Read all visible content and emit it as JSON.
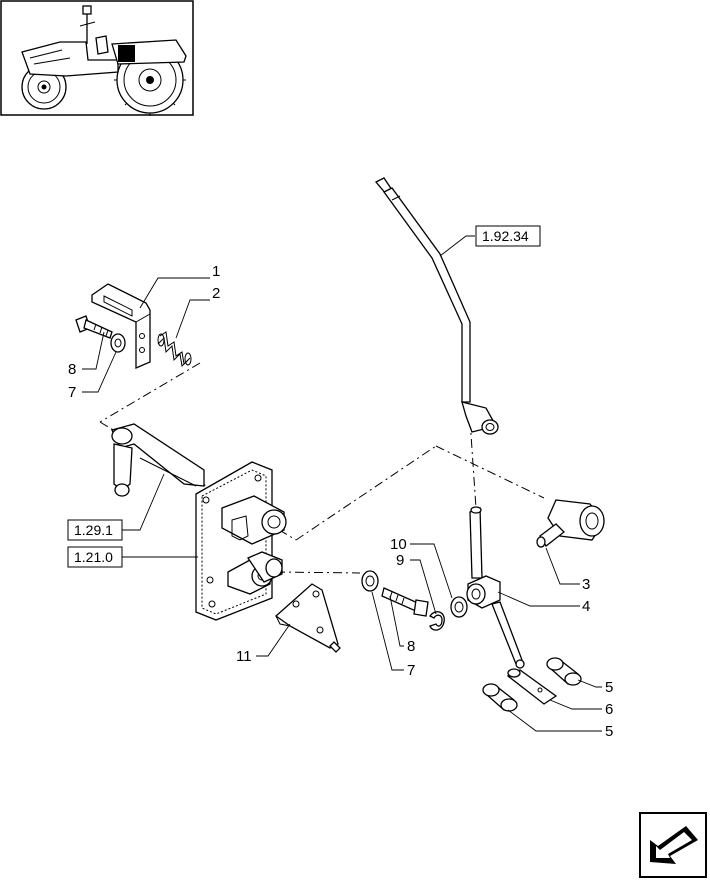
{
  "reference_boxes": [
    "1.92.34",
    "1.29.1",
    "1.21.0"
  ],
  "callouts": {
    "c1": "1",
    "c2": "2",
    "c3": "3",
    "c4": "4",
    "c5a": "5",
    "c5b": "5",
    "c6": "6",
    "c7a": "7",
    "c7b": "7",
    "c8a": "8",
    "c8b": "8",
    "c9": "9",
    "c10": "10",
    "c11": "11"
  },
  "icons": {
    "thumbnail": "tractor-location-thumbnail",
    "navigation": "next-page-arrow-icon"
  }
}
